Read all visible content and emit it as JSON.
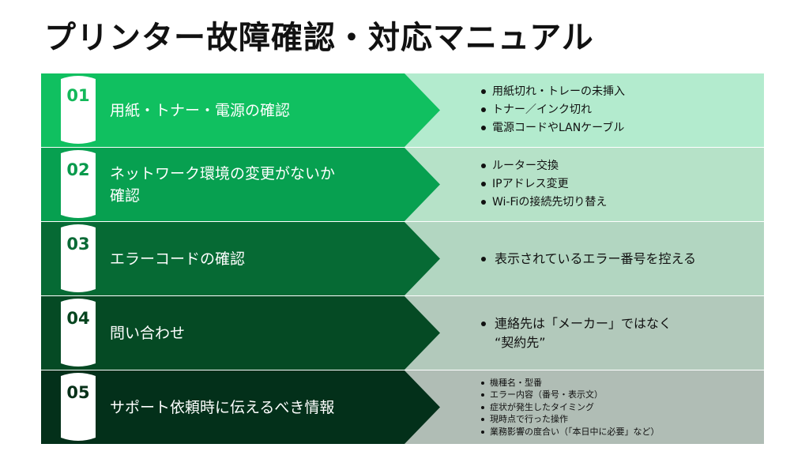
{
  "title": "プリンター故障確認・対応マニュアル",
  "rows": [
    {
      "number": "01",
      "label": "用紙・トナー・電源の確認",
      "arrow_color": "#10c060",
      "panel_color": "#b3ebce",
      "number_color": "#13b85a",
      "bullets": [
        "用紙切れ・トレーの未挿入",
        "トナー／インク切れ",
        "電源コードやLANケーブル"
      ]
    },
    {
      "number": "02",
      "label_lines": [
        "ネットワーク環境の変更がないか",
        "確認"
      ],
      "arrow_color": "#07a050",
      "panel_color": "#b6e2c8",
      "number_color": "#089a4c",
      "bullets": [
        "ルーター交換",
        "IPアドレス変更",
        "Wi-Fiの接続先切り替え"
      ]
    },
    {
      "number": "03",
      "label": "エラーコードの確認",
      "arrow_color": "#066a34",
      "panel_color": "#b2d6c1",
      "number_color": "#0a6a36",
      "bullets": [
        "表示されているエラー番号を控える"
      ]
    },
    {
      "number": "04",
      "label": "問い合わせ",
      "arrow_color": "#054a24",
      "panel_color": "#b2c9bb",
      "number_color": "#05451f",
      "bullets": [
        "連絡先は「メーカー」ではなく"
      ],
      "bullet_continuation": "“契約先”"
    },
    {
      "number": "05",
      "label": "サポート依頼時に伝えるべき情報",
      "arrow_color": "#03301a",
      "panel_color": "#b0bdb5",
      "number_color": "#063018",
      "bullets": [
        "機種名・型番",
        "エラー内容（番号・表示文）",
        "症状が発生したタイミング",
        "現時点で行った操作",
        "業務影響の度合い（「本日中に必要」など）"
      ]
    }
  ]
}
